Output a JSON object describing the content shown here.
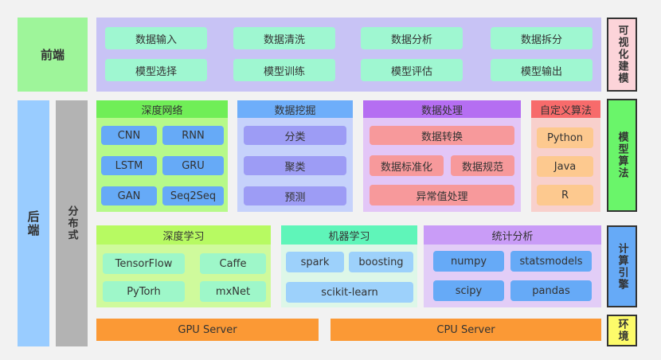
{
  "left": {
    "frontend": "前端",
    "backend": "后端",
    "distributed": "分布式"
  },
  "right": {
    "visual": "可视化建模",
    "algo": "模型算法",
    "engine": "计算引擎",
    "env": "环境"
  },
  "frontend_items": [
    "数据输入",
    "数据清洗",
    "数据分析",
    "数据拆分",
    "模型选择",
    "模型训练",
    "模型评估",
    "模型输出"
  ],
  "dnn": {
    "title": "深度网络",
    "items": [
      "CNN",
      "RNN",
      "LSTM",
      "GRU",
      "GAN",
      "Seq2Seq"
    ]
  },
  "mining": {
    "title": "数据挖掘",
    "items": [
      "分类",
      "聚类",
      "预测"
    ]
  },
  "processing": {
    "title": "数据处理",
    "items": [
      "数据转换",
      "数据标准化",
      "数据规范",
      "异常值处理"
    ]
  },
  "custom": {
    "title": "自定义算法",
    "items": [
      "Python",
      "Java",
      "R"
    ]
  },
  "dl": {
    "title": "深度学习",
    "items": [
      "TensorFlow",
      "Caffe",
      "PyTorh",
      "mxNet"
    ]
  },
  "ml": {
    "title": "机器学习",
    "items": [
      "spark",
      "boosting",
      "scikit-learn"
    ]
  },
  "stats": {
    "title": "统计分析",
    "items": [
      "numpy",
      "statsmodels",
      "scipy",
      "pandas"
    ]
  },
  "servers": {
    "gpu": "GPU Server",
    "cpu": "CPU Server"
  }
}
